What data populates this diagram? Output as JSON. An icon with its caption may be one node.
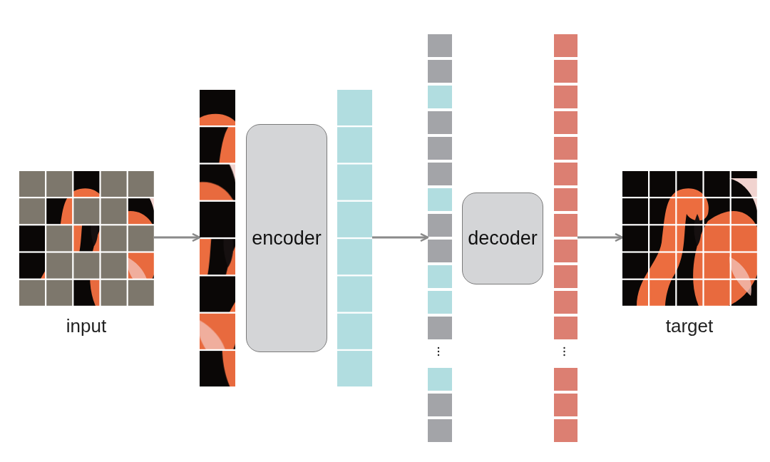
{
  "diagram": {
    "nodes": [
      {
        "text": [],
        "shape": "picture",
        "beside": [
          "input"
        ]
      },
      {
        "text": [],
        "shape": "picture"
      },
      {
        "text": [
          "encoder"
        ]
      },
      {
        "text": [],
        "shape": "bar"
      },
      {
        "text": [],
        "shape": "bar"
      },
      {
        "text": [
          "decoder"
        ]
      },
      {
        "text": [],
        "shape": "bar"
      },
      {
        "text": [],
        "shape": "picture",
        "beside": [
          "target"
        ]
      }
    ],
    "edges": [
      {
        "from": 0,
        "to": 1,
        "arrow": "to"
      },
      {
        "from": 3,
        "to": 4,
        "arrow": "to"
      },
      {
        "from": 6,
        "to": 7,
        "arrow": "to"
      }
    ]
  }
}
